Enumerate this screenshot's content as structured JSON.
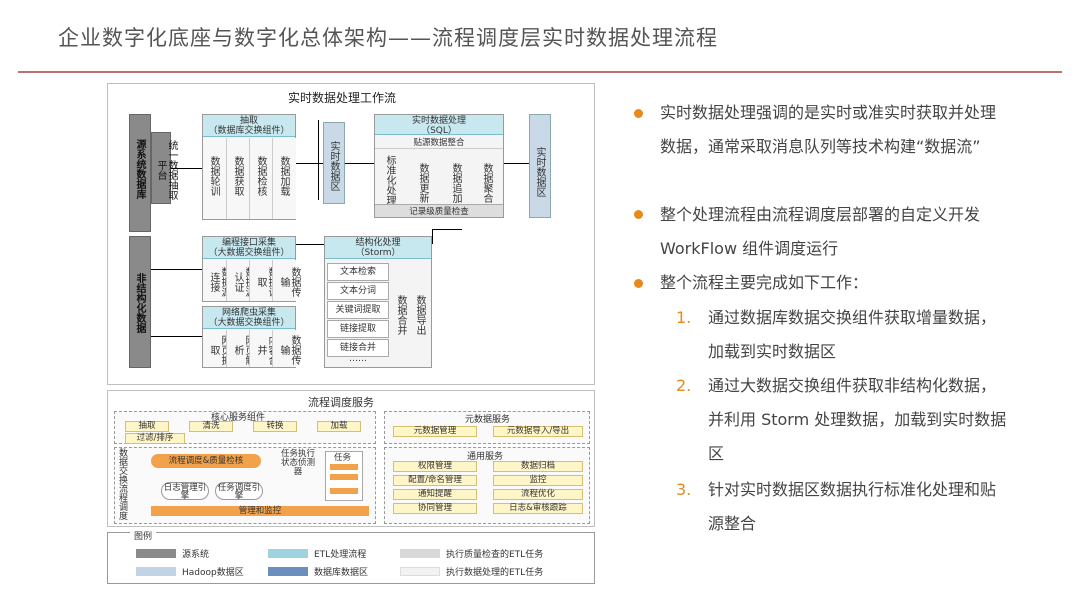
{
  "title": "企业数字化底座与数字化总体架构——流程调度层实时数据处理流程",
  "diagram": {
    "title": "实时数据处理工作流",
    "source_db": "源系统数据库",
    "unified": "统一数据抽取平台",
    "extract": {
      "head1": "抽取",
      "head2": "（数据库交换组件）",
      "cols": [
        "数据轮训",
        "数据获取",
        "数据检核",
        "数据加载"
      ]
    },
    "realtime_left": "实时数据区",
    "sql": {
      "head1": "实时数据处理",
      "head2": "（SQL）",
      "sub": "贴源数据整合",
      "cols": [
        "标准化处理",
        "数据更新",
        "数据追加",
        "数据聚合"
      ],
      "foot": "记录级质量检查"
    },
    "realtime_right": "实时数据区",
    "unstructured": "非结构化数据",
    "api": {
      "head1": "编程接口采集",
      "head2": "（大数据交换组件）",
      "cols": [
        "数据源连接",
        "数据源认证",
        "数据读取",
        "数据传输"
      ]
    },
    "crawler": {
      "head1": "网络爬虫采集",
      "head2": "（大数据交换组件）",
      "cols": [
        "网页抓取",
        "网页解析",
        "内容合并",
        "数据传输"
      ]
    },
    "storm": {
      "head1": "结构化处理",
      "head2": "（Storm）",
      "items": [
        "文本检索",
        "文本分词",
        "关键词提取",
        "链接提取",
        "链接合并",
        "……"
      ],
      "c1": "数据合并",
      "c2": "数据导出"
    }
  },
  "service": {
    "title": "流程调度服务",
    "core": "核心服务组件",
    "core_items": [
      "抽取",
      "清洗",
      "转换",
      "加载",
      "过滤/排序"
    ],
    "engine": "数据交换流程调度",
    "quality": "流程调度&质量检核",
    "log": "日志管理引擎",
    "task_engine": "任务调度引擎",
    "task_exec": "任务执行状态侦测器",
    "task": "任务",
    "mgmt": "管理和监控",
    "meta": "元数据服务",
    "meta_items": [
      "元数据管理",
      "元数据导入/导出"
    ],
    "general": "通用服务",
    "general_items": [
      "权限管理",
      "数据归档",
      "配置/命名管理",
      "监控",
      "通知提醒",
      "流程优化",
      "协同管理",
      "日志&审核跟踪"
    ]
  },
  "legend": {
    "title": "图例",
    "items": [
      "源系统",
      "ETL处理流程",
      "执行质量检查的ETL任务",
      "Hadoop数据区",
      "数据库数据区",
      "执行数据处理的ETL任务"
    ]
  },
  "bullets": [
    {
      "text": "实时数据处理强调的是实时或准实时获取并处理数据，通常采取消息队列等技术构建“数据流”"
    },
    {
      "text": "整个处理流程由流程调度层部署的自定义开发 WorkFlow 组件调度运行"
    },
    {
      "text": "整个流程主要完成如下工作："
    }
  ],
  "steps": [
    {
      "num": "1.",
      "text": "通过数据库数据交换组件获取增量数据，加载到实时数据区"
    },
    {
      "num": "2.",
      "text": "通过大数据交换组件获取非结构化数据，并利用 Storm 处理数据，加载到实时数据区"
    },
    {
      "num": "3.",
      "text": "针对实时数据区数据执行标准化处理和贴源整合"
    }
  ],
  "colors": {
    "accent": "#e8891a",
    "rule": "#c07070"
  }
}
